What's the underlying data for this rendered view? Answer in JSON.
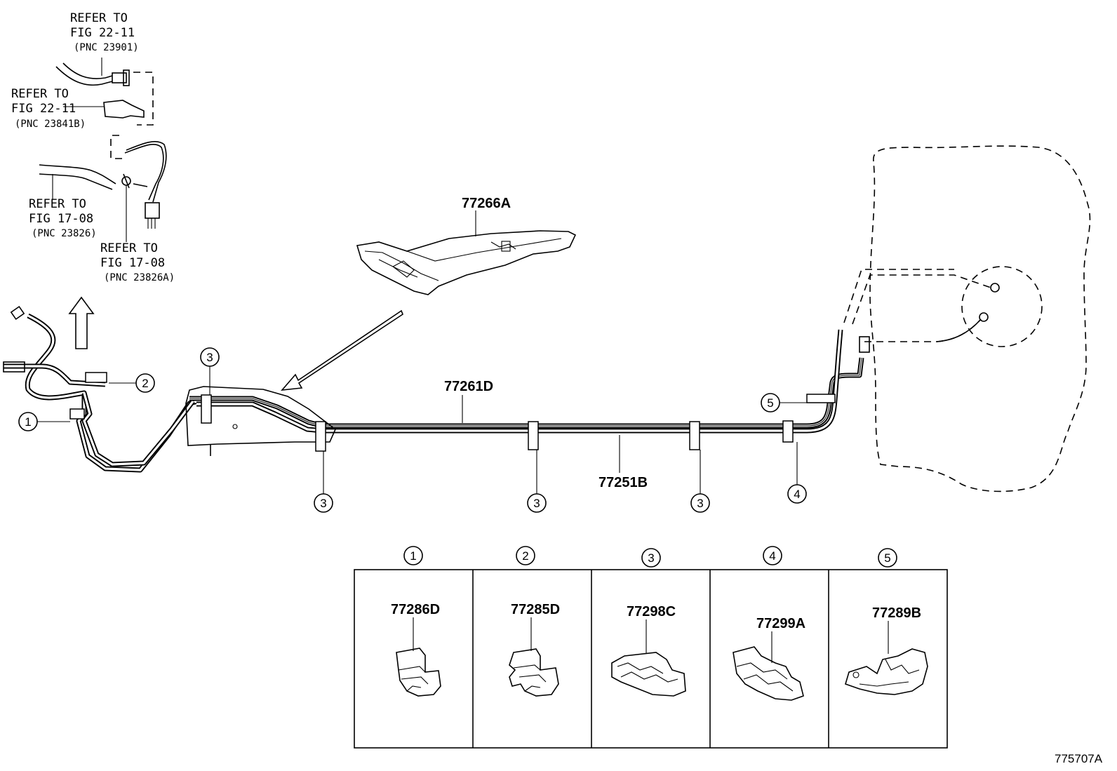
{
  "refs": {
    "r1": {
      "l1": "REFER TO",
      "l2": "FIG 22-11",
      "l3": "(PNC 23901)"
    },
    "r2": {
      "l1": "REFER TO",
      "l2": "FIG 22-11",
      "l3": "(PNC 23841B)"
    },
    "r3": {
      "l1": "REFER TO",
      "l2": "FIG 17-08",
      "l3": "(PNC 23826)"
    },
    "r4": {
      "l1": "REFER TO",
      "l2": "FIG 17-08",
      "l3": "(PNC 23826A)"
    }
  },
  "parts": {
    "p77266A": "77266A",
    "p77261D": "77261D",
    "p77251B": "77251B"
  },
  "callouts": {
    "c1": "1",
    "c2": "2",
    "c3": "3",
    "c4": "4",
    "c5": "5"
  },
  "legend": [
    {
      "num": "1",
      "part": "77286D"
    },
    {
      "num": "2",
      "part": "77285D"
    },
    {
      "num": "3",
      "part": "77298C"
    },
    {
      "num": "4",
      "part": "77299A"
    },
    {
      "num": "5",
      "part": "77289B"
    }
  ],
  "figure_id": "775707A"
}
